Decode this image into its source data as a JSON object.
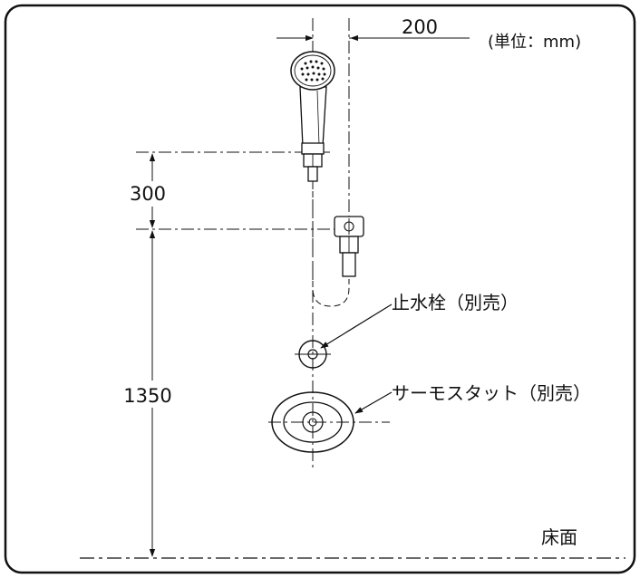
{
  "unit_label": "(単位：mm)",
  "dimensions": {
    "horizontal_offset": "200",
    "handshower_height": "300",
    "lower_height": "1350"
  },
  "labels": {
    "stop_valve": "止水栓（別売）",
    "thermostat": "サーモスタット（別売）",
    "floor": "床面"
  },
  "colors": {
    "line": "#111111",
    "background": "#ffffff"
  }
}
